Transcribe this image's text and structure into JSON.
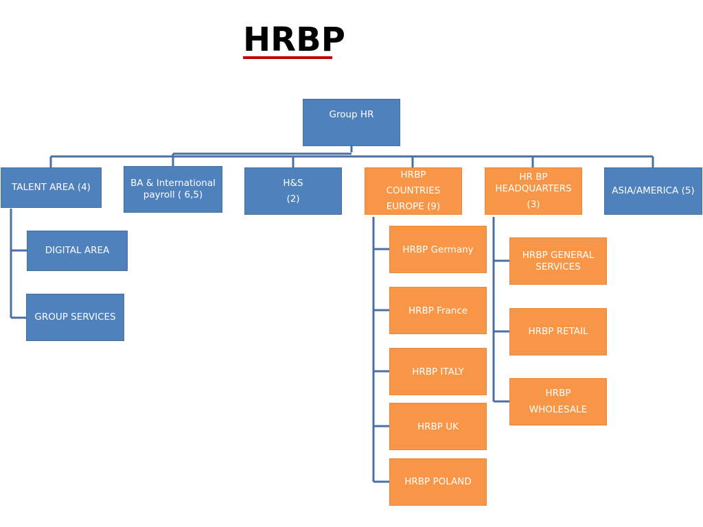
{
  "title": "HRBP",
  "colors": {
    "blue": "#4f81bd",
    "orange": "#f79646",
    "connector": "#4a6fa5",
    "underline": "#c00000"
  },
  "root": {
    "label": "Group HR"
  },
  "units": [
    {
      "lines": [
        "TALENT AREA (4)"
      ],
      "color": "blue",
      "children": [
        {
          "lines": [
            "DIGITAL AREA"
          ]
        },
        {
          "lines": [
            "GROUP SERVICES"
          ]
        }
      ]
    },
    {
      "lines": [
        "BA & International",
        "payroll ( 6,5)"
      ],
      "color": "blue",
      "children": []
    },
    {
      "lines": [
        "H&S",
        "(2)"
      ],
      "color": "blue",
      "children": []
    },
    {
      "lines": [
        "HRBP",
        "COUNTRIES",
        "EUROPE (9)"
      ],
      "color": "orange",
      "children": [
        {
          "lines": [
            "HRBP Germany"
          ]
        },
        {
          "lines": [
            "HRBP France"
          ]
        },
        {
          "lines": [
            "HRBP ITALY"
          ]
        },
        {
          "lines": [
            "HRBP UK"
          ]
        },
        {
          "lines": [
            "HRBP POLAND"
          ]
        }
      ]
    },
    {
      "lines": [
        "HR BP",
        "HEADQUARTERS",
        "(3)"
      ],
      "color": "orange",
      "children": [
        {
          "lines": [
            "HRBP  GENERAL",
            "SERVICES"
          ]
        },
        {
          "lines": [
            "HRBP RETAIL"
          ]
        },
        {
          "lines": [
            "HRBP",
            "WHOLESALE"
          ]
        }
      ]
    },
    {
      "lines": [
        "ASIA/AMERICA (5)"
      ],
      "color": "blue",
      "children": []
    }
  ]
}
